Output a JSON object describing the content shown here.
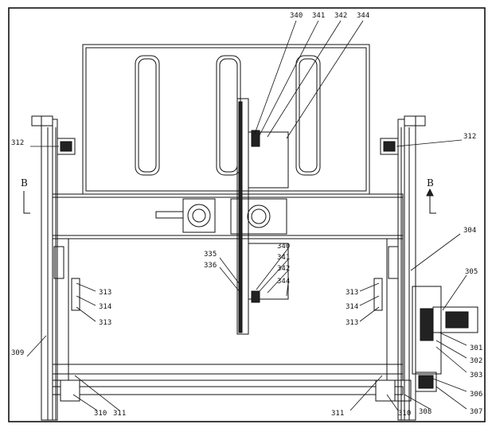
{
  "section_marks": {
    "left": "B",
    "right": "B"
  },
  "labels": {
    "l340_top": "340",
    "l341_top": "341",
    "l342_top": "342",
    "l344_top": "344",
    "l312_left": "312",
    "l312_right": "312",
    "l304": "304",
    "l305": "305",
    "l335": "335",
    "l336": "336",
    "l340_mid": "340",
    "l341_mid": "341",
    "l342_mid": "342",
    "l344_mid": "344",
    "l313_left_a": "313",
    "l314_left": "314",
    "l313_left_b": "313",
    "l313_right_a": "313",
    "l314_right": "314",
    "l313_right_b": "313",
    "l309": "309",
    "l301": "301",
    "l302": "302",
    "l303": "303",
    "l306": "306",
    "l307": "307",
    "l308": "308",
    "l310_left": "310",
    "l311_left": "311",
    "l311_right": "311",
    "l310_right": "310"
  }
}
